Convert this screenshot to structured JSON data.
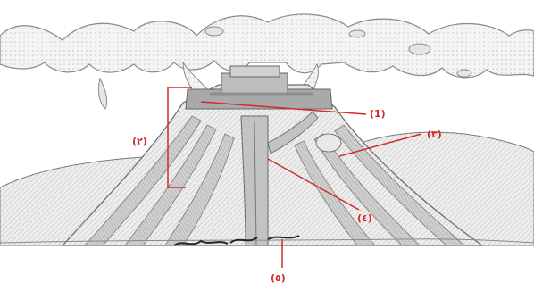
{
  "colors": {
    "annotation": "#d42a2a",
    "ink": "#6f6f6f",
    "shade": "#b9b9b9",
    "strata_dark": "#9a9a9a",
    "strata_light": "#dcdcdc"
  },
  "labels": {
    "label_1": "(1)",
    "label_2": "(٢)",
    "label_3": "(٣)",
    "label_4": "(٤)",
    "label_5": "(٥)"
  }
}
